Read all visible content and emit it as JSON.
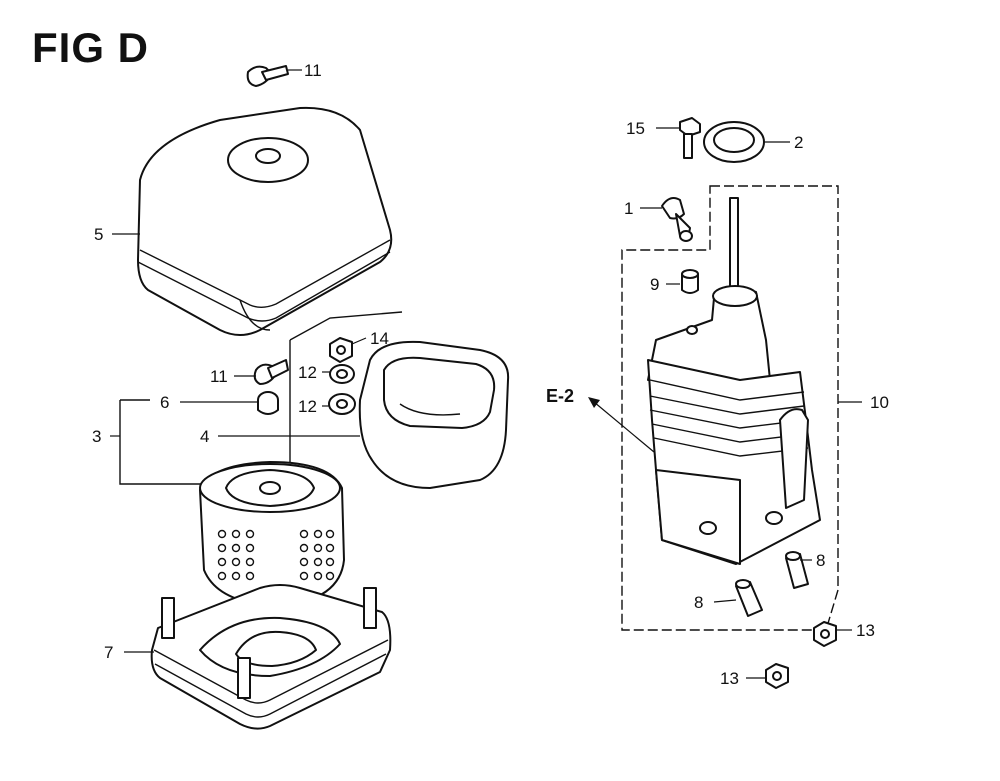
{
  "figure": {
    "title": "FIG D"
  },
  "callouts": [
    {
      "id": "c11-top",
      "label": "11"
    },
    {
      "id": "c5",
      "label": "5"
    },
    {
      "id": "c11-mid",
      "label": "11"
    },
    {
      "id": "c14",
      "label": "14"
    },
    {
      "id": "c12-a",
      "label": "12"
    },
    {
      "id": "c12-b",
      "label": "12"
    },
    {
      "id": "c6",
      "label": "6"
    },
    {
      "id": "c3",
      "label": "3"
    },
    {
      "id": "c4",
      "label": "4"
    },
    {
      "id": "c7",
      "label": "7"
    },
    {
      "id": "c15",
      "label": "15"
    },
    {
      "id": "c2",
      "label": "2"
    },
    {
      "id": "c1",
      "label": "1"
    },
    {
      "id": "c9",
      "label": "9"
    },
    {
      "id": "c10",
      "label": "10"
    },
    {
      "id": "ce2",
      "label": "E-2"
    },
    {
      "id": "c8-a",
      "label": "8"
    },
    {
      "id": "c8-b",
      "label": "8"
    },
    {
      "id": "c13-a",
      "label": "13"
    },
    {
      "id": "c13-b",
      "label": "13"
    }
  ]
}
